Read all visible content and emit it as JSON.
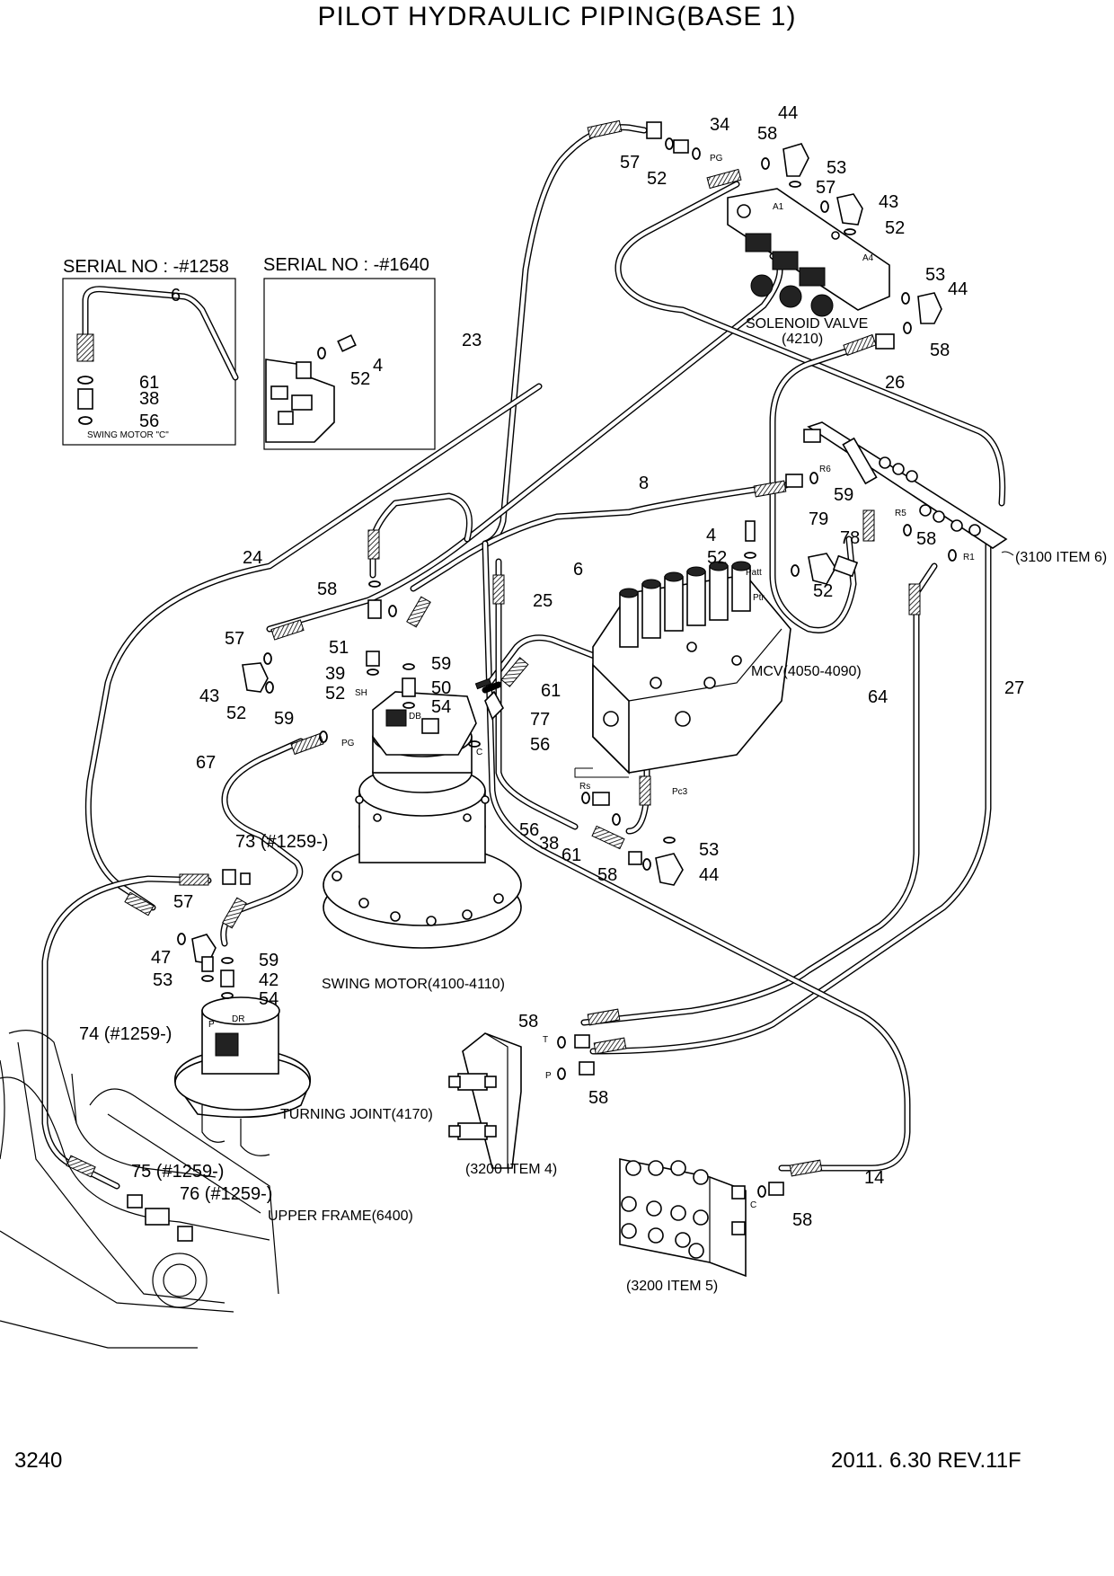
{
  "title": "PILOT HYDRAULIC PIPING(BASE 1)",
  "footer": {
    "page": "3240",
    "revision": "2011. 6.30  REV.11F"
  },
  "insets": [
    {
      "header": "SERIAL NO : -#1258",
      "caption": "SWING MOTOR \"C\""
    },
    {
      "header": "SERIAL NO : -#1640"
    }
  ],
  "components": {
    "solenoid_valve": "SOLENOID VALVE",
    "solenoid_valve_ref": "(4210)",
    "mcv": "MCV(4050-4090)",
    "swing_motor": "SWING MOTOR(4100-4110)",
    "turning_joint": "TURNING JOINT(4170)",
    "upper_frame": "UPPER FRAME(6400)",
    "ref_3100_6": "(3100 ITEM 6)",
    "ref_3200_4": "(3200 ITEM 4)",
    "ref_3200_5": "(3200 ITEM 5)"
  },
  "port_labels": [
    "PG",
    "Ptr",
    "Patt",
    "R6",
    "R5",
    "R1",
    "SH",
    "DB",
    "Rs",
    "Pc3",
    "T",
    "P",
    "C",
    "DR",
    "A1",
    "A4"
  ],
  "callouts": [
    "34",
    "58",
    "44",
    "57",
    "52",
    "53",
    "57",
    "43",
    "52",
    "53",
    "44",
    "58",
    "6",
    "61",
    "38",
    "56",
    "4",
    "52",
    "23",
    "26",
    "8",
    "59",
    "79",
    "78",
    "R5",
    "58",
    "4",
    "52",
    "52",
    "24",
    "58",
    "25",
    "57",
    "51",
    "39",
    "52",
    "59",
    "43",
    "50",
    "54",
    "52",
    "59",
    "61",
    "77",
    "56",
    "6",
    "64",
    "27",
    "67",
    "73 (#1259-)",
    "56",
    "38",
    "61",
    "53",
    "58",
    "44",
    "57",
    "47",
    "59",
    "53",
    "42",
    "54",
    "74 (#1259-)",
    "58",
    "58",
    "75 (#1259-)",
    "76 (#1259-)",
    "14",
    "58"
  ]
}
